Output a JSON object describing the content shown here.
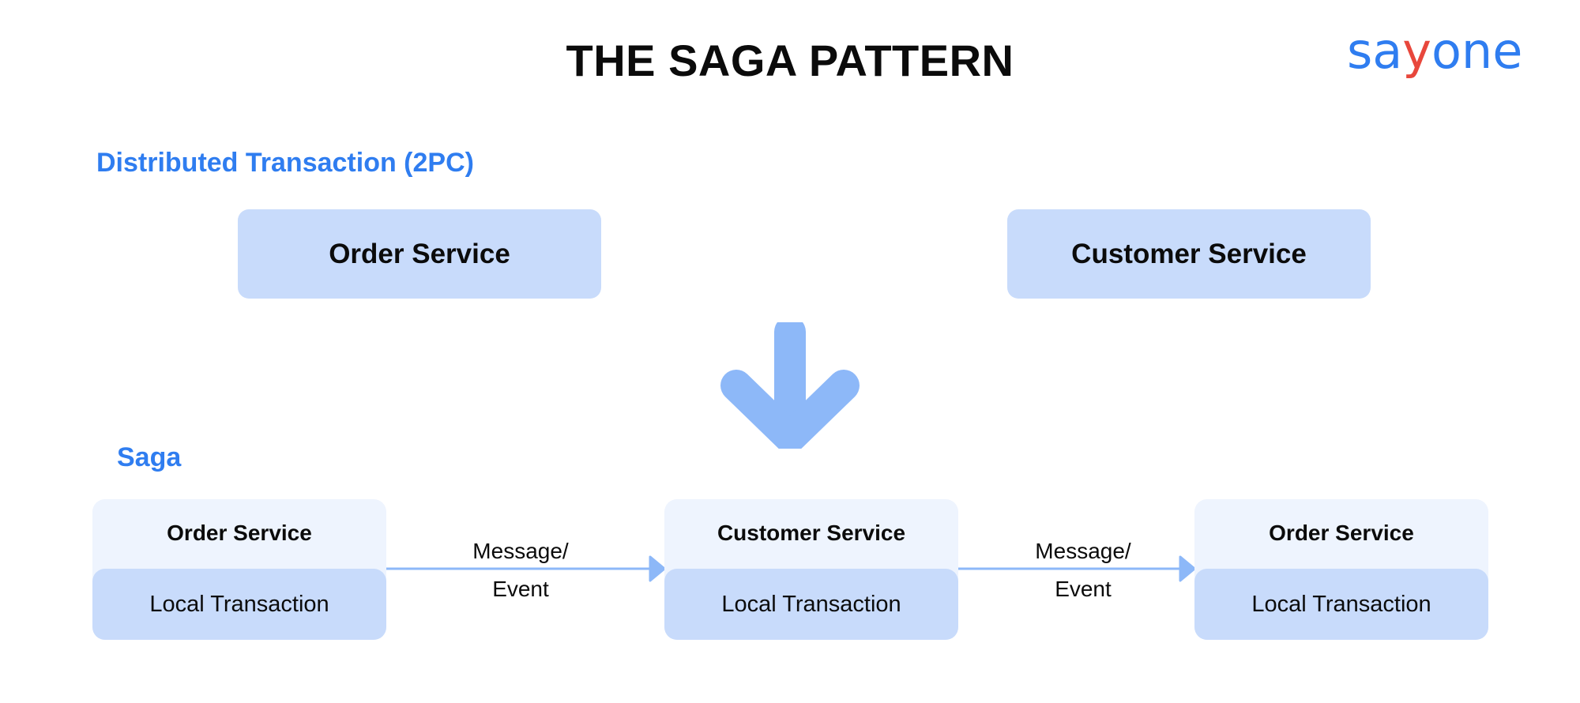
{
  "title": "THE SAGA PATTERN",
  "logo": {
    "text_part1": "sa",
    "text_mark": "y",
    "text_part2": "one",
    "color": "#2f7df0",
    "accent": "#e8473c"
  },
  "distributed": {
    "label": "Distributed Transaction (2PC)",
    "services": [
      "Order Service",
      "Customer Service"
    ]
  },
  "saga": {
    "label": "Saga",
    "steps": [
      {
        "service": "Order Service",
        "transaction": "Local Transaction"
      },
      {
        "service": "Customer Service",
        "transaction": "Local Transaction"
      },
      {
        "service": "Order Service",
        "transaction": "Local Transaction"
      }
    ],
    "connectors": [
      {
        "line1": "Message/",
        "line2": "Event"
      },
      {
        "line1": "Message/",
        "line2": "Event"
      }
    ]
  },
  "colors": {
    "accent_blue": "#2f7df0",
    "box_fill": "#c8dbfb",
    "card_fill": "#eef4fe",
    "arrow": "#8db8f8"
  },
  "icons": {
    "transition": "arrow-down-icon",
    "connector": "arrow-right-icon"
  }
}
